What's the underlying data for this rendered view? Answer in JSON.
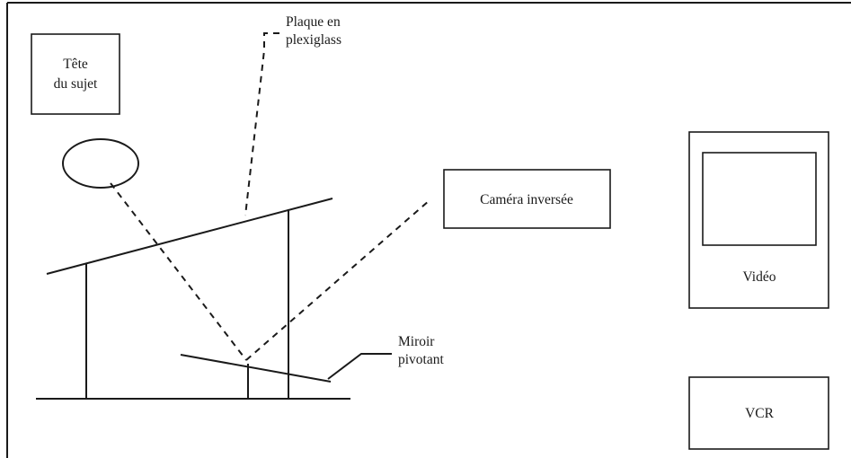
{
  "diagram": {
    "head_label_line1": "Tête",
    "head_label_line2": "du sujet",
    "plexi_label_line1": "Plaque en",
    "plexi_label_line2": "plexiglass",
    "camera_label": "Caméra inversée",
    "video_label": "Vidéo",
    "mirror_label_line1": "Miroir",
    "mirror_label_line2": "pivotant",
    "vcr_label": "VCR"
  }
}
